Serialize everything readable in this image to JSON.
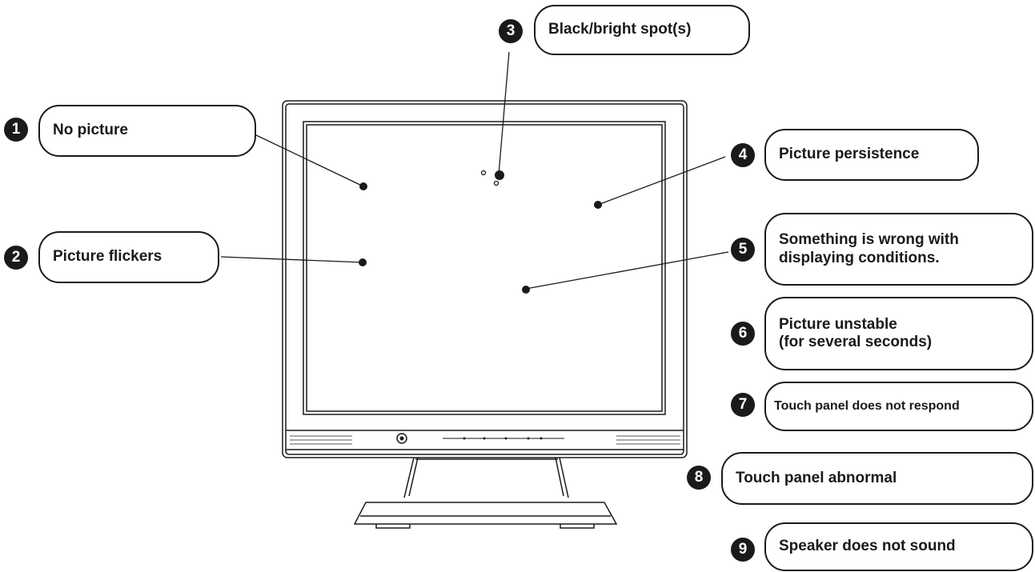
{
  "callouts": [
    {
      "number": "1",
      "lines": [
        "No picture"
      ]
    },
    {
      "number": "2",
      "lines": [
        "Picture flickers"
      ]
    },
    {
      "number": "3",
      "lines": [
        "Black/bright spot(s)"
      ]
    },
    {
      "number": "4",
      "lines": [
        "Picture persistence"
      ]
    },
    {
      "number": "5",
      "lines": [
        "Something is wrong with",
        "displaying conditions."
      ]
    },
    {
      "number": "6",
      "lines": [
        "Picture unstable",
        "(for several seconds)"
      ]
    },
    {
      "number": "7",
      "lines": [
        "Touch panel does not respond"
      ]
    },
    {
      "number": "8",
      "lines": [
        "Touch panel abnormal"
      ]
    },
    {
      "number": "9",
      "lines": [
        "Speaker does not sound"
      ]
    }
  ],
  "colors": {
    "ink": "#1a1a1a",
    "background": "#ffffff"
  }
}
